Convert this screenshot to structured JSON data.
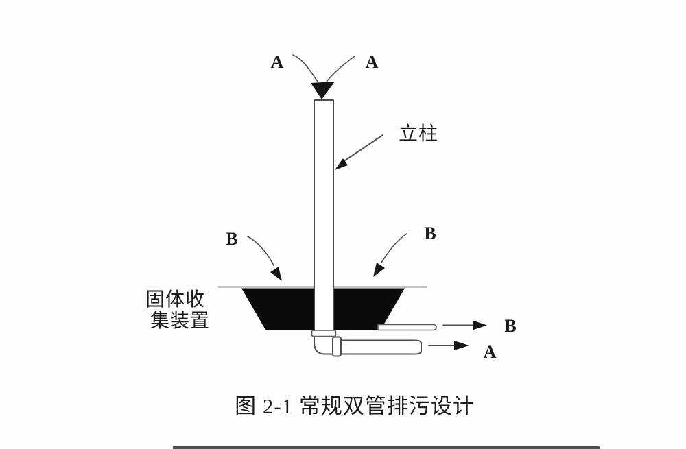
{
  "figure": {
    "caption": "图 2-1 常规双管排污设计",
    "labels": {
      "top_left_a": "A",
      "top_right_a": "A",
      "column": "立柱",
      "basin_left_b": "B",
      "basin_right_b": "B",
      "outlet_b": "B",
      "outlet_a": "A"
    },
    "collector": {
      "line1": "固体收",
      "line2": "集装置"
    },
    "colors": {
      "ink": "#1b1b1b",
      "pipe_stroke": "#4d4d4d",
      "funnel_fill": "#0a0a0a",
      "guide_line": "#8d8d8d",
      "bottom_bar": "#4f4f4f",
      "background": "#fefefe"
    }
  }
}
